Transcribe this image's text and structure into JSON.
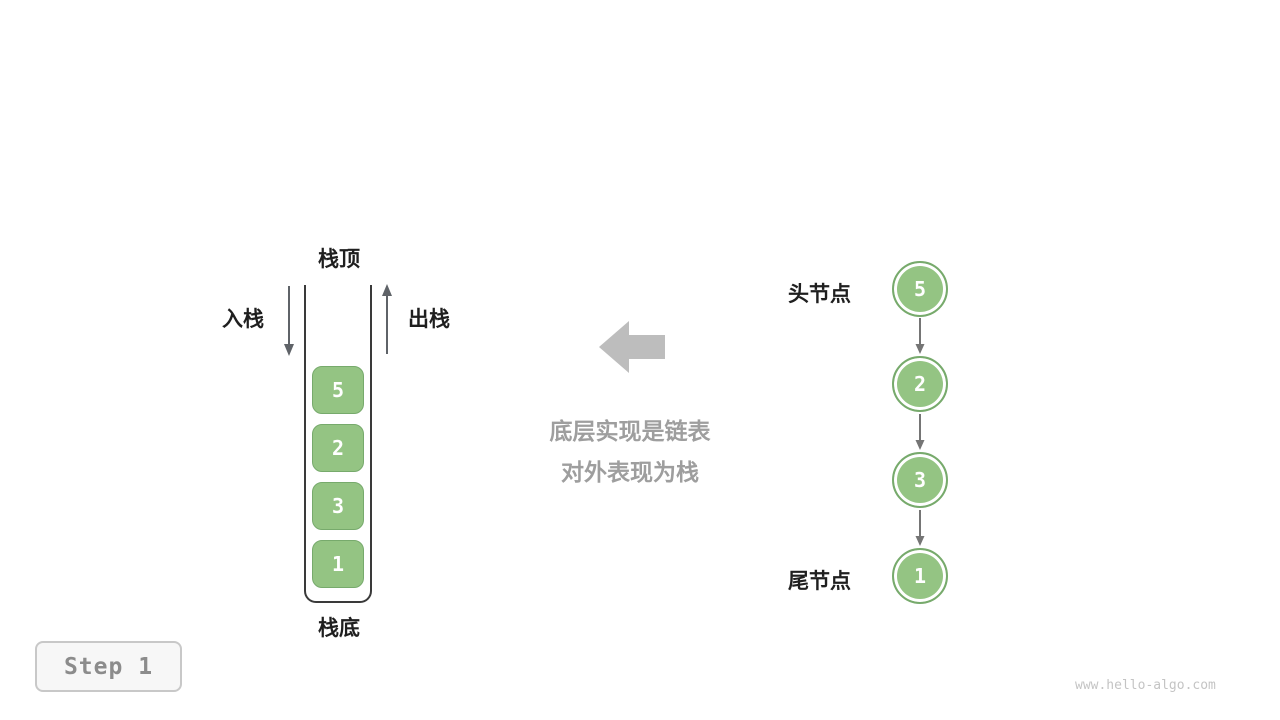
{
  "stack": {
    "top_label": "栈顶",
    "bottom_label": "栈底",
    "push_label": "入栈",
    "pop_label": "出栈",
    "items": [
      "5",
      "2",
      "3",
      "1"
    ]
  },
  "caption": {
    "line1": "底层实现是链表",
    "line2": "对外表现为栈"
  },
  "linked_list": {
    "head_label": "头节点",
    "tail_label": "尾节点",
    "nodes": [
      "5",
      "2",
      "3",
      "1"
    ]
  },
  "step_badge": {
    "label": "Step 1"
  },
  "watermark": "www.hello-algo.com",
  "colors": {
    "node_green": "#94C483",
    "node_border_green": "#77AA6C",
    "stack_outline": "#3A3A3A",
    "arrow_dark_gray": "#5F6368",
    "link_arrow_gray": "#757575",
    "block_arrow_gray": "#BDBDBD",
    "caption_gray": "#9E9E9E",
    "label_black": "#1F1F1F"
  }
}
